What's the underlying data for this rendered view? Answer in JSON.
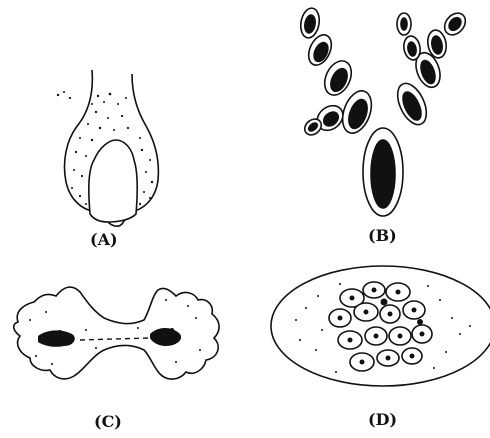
{
  "panels": [
    {
      "id": "A",
      "label": "(A)"
    },
    {
      "id": "B",
      "label": "(B)"
    },
    {
      "id": "C",
      "label": "(C)"
    },
    {
      "id": "D",
      "label": "(D)"
    }
  ]
}
